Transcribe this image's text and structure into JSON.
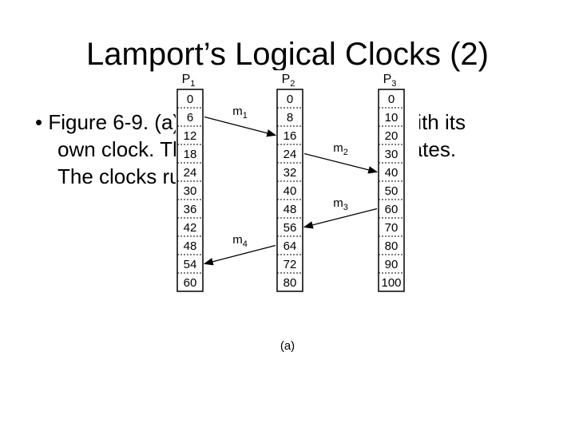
{
  "slide": {
    "title": "Lamport’s Logical Clocks (2)",
    "bullet": {
      "marker": "•",
      "line1": "Figure 6-9. (a) Three processes, each with its",
      "line2": "own clock. The clocks run at different rates.",
      "line3": "The clocks run at different rates."
    }
  },
  "figure": {
    "caption": "(a)",
    "processes": [
      {
        "label": "P",
        "sub": "1",
        "ticks": [
          "0",
          "6",
          "12",
          "18",
          "24",
          "30",
          "36",
          "42",
          "48",
          "54",
          "60"
        ]
      },
      {
        "label": "P",
        "sub": "2",
        "ticks": [
          "0",
          "8",
          "16",
          "24",
          "32",
          "40",
          "48",
          "56",
          "64",
          "72",
          "80"
        ]
      },
      {
        "label": "P",
        "sub": "3",
        "ticks": [
          "0",
          "10",
          "20",
          "30",
          "40",
          "50",
          "60",
          "70",
          "80",
          "90",
          "100"
        ]
      }
    ],
    "messages": [
      {
        "label": "m",
        "sub": "1",
        "from": 0,
        "from_row": 1,
        "to": 1,
        "to_row": 2
      },
      {
        "label": "m",
        "sub": "2",
        "from": 1,
        "from_row": 3,
        "to": 2,
        "to_row": 4
      },
      {
        "label": "m",
        "sub": "3",
        "from": 2,
        "from_row": 6,
        "to": 1,
        "to_row": 7
      },
      {
        "label": "m",
        "sub": "4",
        "from": 1,
        "from_row": 8,
        "to": 0,
        "to_row": 9
      }
    ],
    "colors": {
      "stroke": "#000000",
      "background": "#ffffff"
    }
  }
}
